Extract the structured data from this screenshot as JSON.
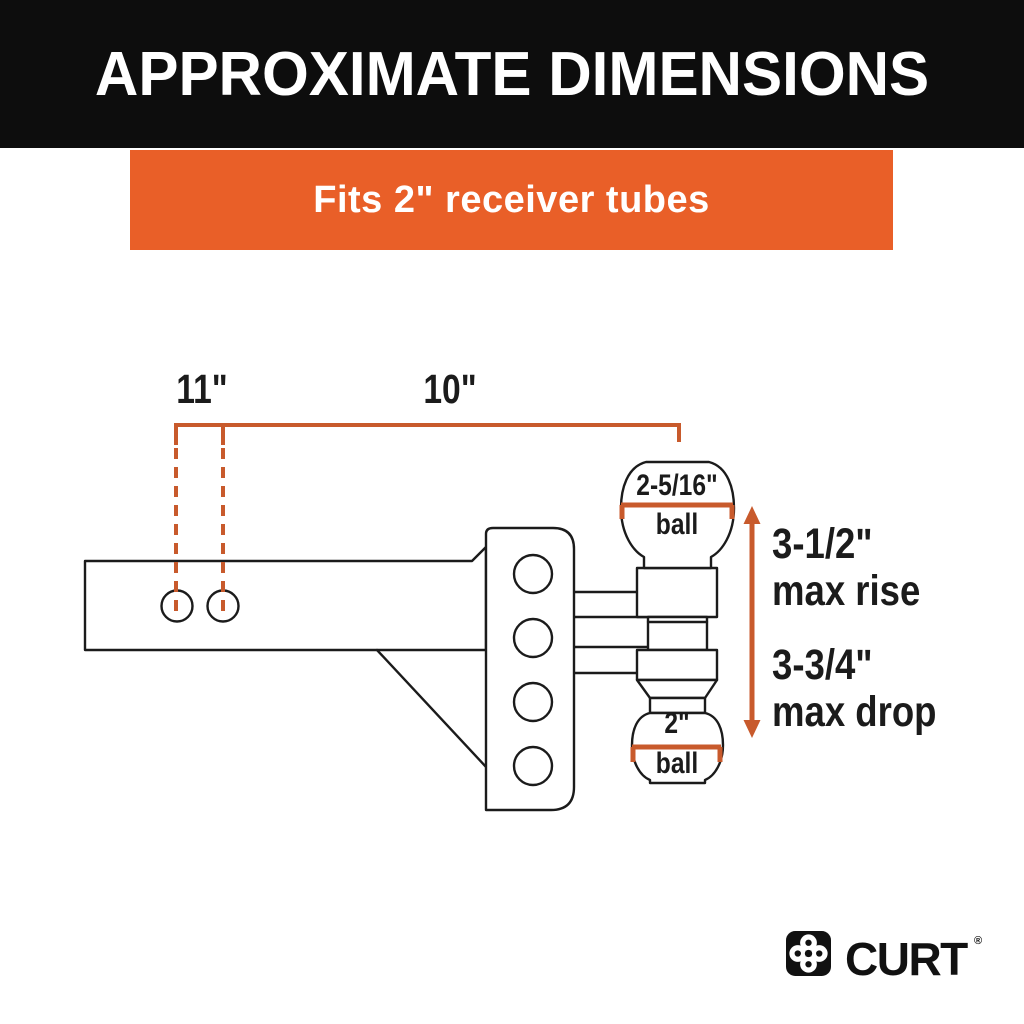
{
  "header": {
    "title": "APPROXIMATE DIMENSIONS"
  },
  "banner": {
    "text": "Fits 2\" receiver tubes"
  },
  "diagram": {
    "dim_11": "11\"",
    "dim_10": "10\"",
    "ball_top": {
      "size": "2-5/16\"",
      "label": "ball"
    },
    "ball_bottom": {
      "size": "2\"",
      "label": "ball"
    },
    "max_rise": {
      "value": "3-1/2\"",
      "label": "max rise"
    },
    "max_drop": {
      "value": "3-3/4\"",
      "label": "max drop"
    }
  },
  "footer": {
    "brand": "CURT",
    "reg": "®"
  },
  "colors": {
    "banner_orange": "#e95f28",
    "diagram_orange": "#c85a2c",
    "header_bg": "#0d0d0d",
    "ink": "#1b1b1b"
  }
}
